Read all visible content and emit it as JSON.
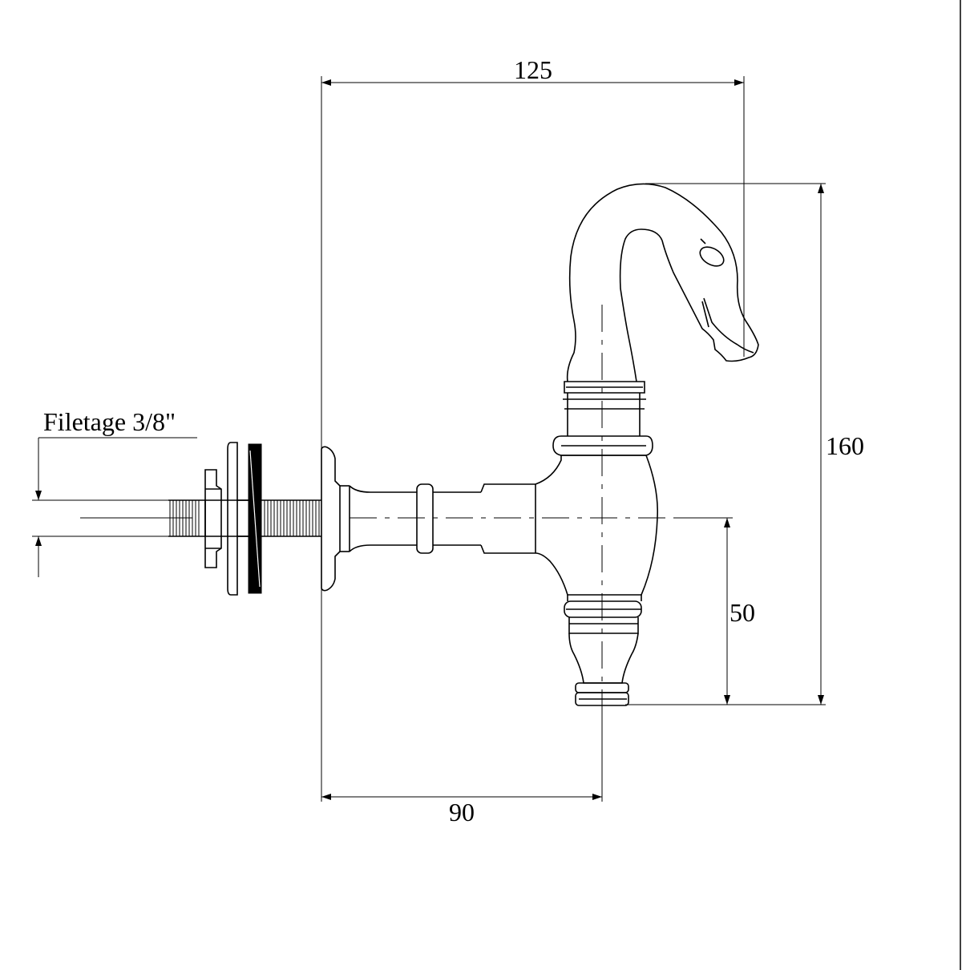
{
  "drawing": {
    "thread_label": "Filetage 3/8\"",
    "dim_width": "125",
    "dim_height": "160",
    "dim_spout": "50",
    "dim_projection": "90",
    "colors": {
      "line": "#000000",
      "background": "#ffffff"
    }
  }
}
